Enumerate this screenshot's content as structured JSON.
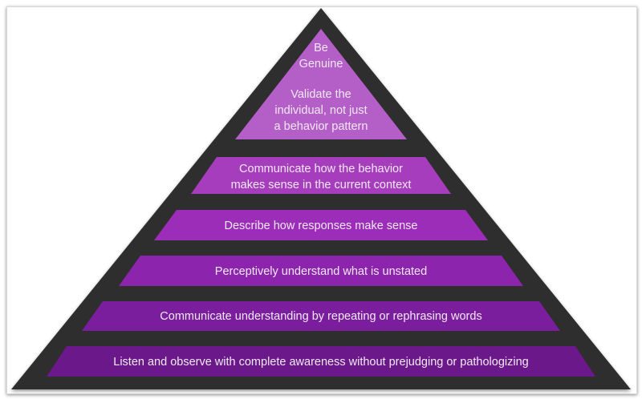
{
  "colors": {
    "pyramid_fill": "#2e2e2e",
    "top_tier": "#b45ec8",
    "tier_2": "#a63dbd",
    "tier_3": "#9b2db8",
    "tier_4": "#8d24ad",
    "tier_5": "#7b1e9d",
    "tier_6": "#6a188a",
    "text": "#f2e9f4"
  },
  "pyramid": {
    "top": {
      "line1": "Be",
      "line2": "Genuine",
      "line3": "Validate the",
      "line4": "individual, not just",
      "line5": "a behavior pattern"
    },
    "tier2": {
      "line1": "Communicate how the behavior",
      "line2": "makes sense in the current context"
    },
    "tier3": "Describe how responses make sense",
    "tier4": "Perceptively understand what is unstated",
    "tier5": "Communicate understanding by repeating or rephrasing words",
    "tier6": "Listen and observe with complete awareness without prejudging or pathologizing"
  }
}
